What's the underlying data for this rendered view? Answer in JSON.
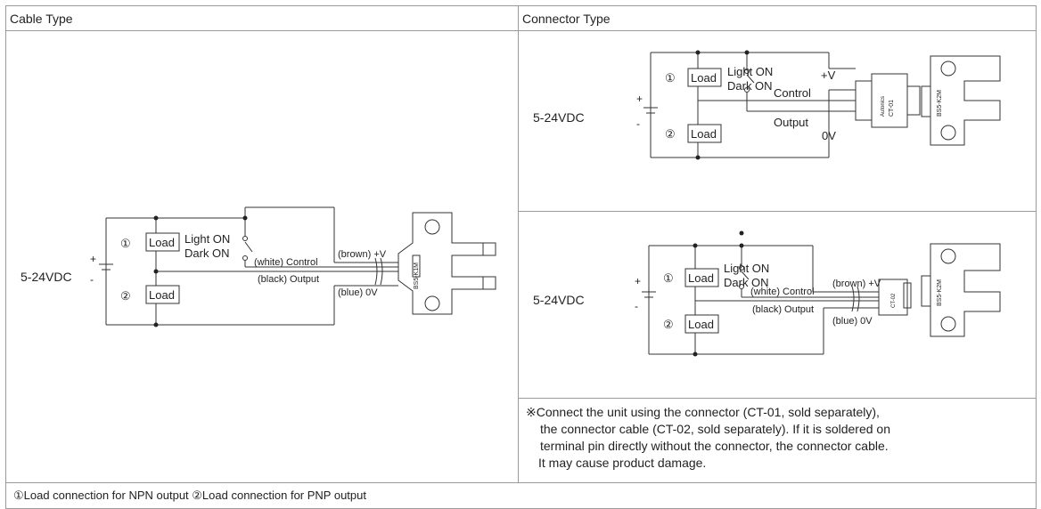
{
  "headers": {
    "cable": "Cable Type",
    "connector": "Connector Type"
  },
  "labels": {
    "supply": "5-24VDC",
    "plus": "+",
    "minus": "-",
    "load": "Load",
    "circle1": "①",
    "circle2": "②",
    "light_on": "Light ON",
    "dark_on": "Dark ON",
    "control_white": "(white) Control",
    "brown_v": "(brown) +V",
    "black_output": "(black) Output",
    "blue_0v": "(blue) 0V",
    "control": "Control",
    "output": "Output",
    "plus_v": "+V",
    "zero_v": "0V",
    "sensor_model": "BS5-K1M",
    "sensor_model_conn": "BS5-K2M",
    "connector_brand": "Autonics",
    "connector_model": "CT-01",
    "plug_model": "CT-02"
  },
  "note": {
    "line1": "※Connect the unit using the connector (CT-01, sold separately),",
    "line2": "the connector cable (CT-02, sold separately). If it is soldered on",
    "line3": "terminal pin directly without the connector, the connector cable.",
    "line4": "It may cause product damage."
  },
  "footer": {
    "text": "①Load connection for NPN output   ②Load connection for PNP output"
  }
}
